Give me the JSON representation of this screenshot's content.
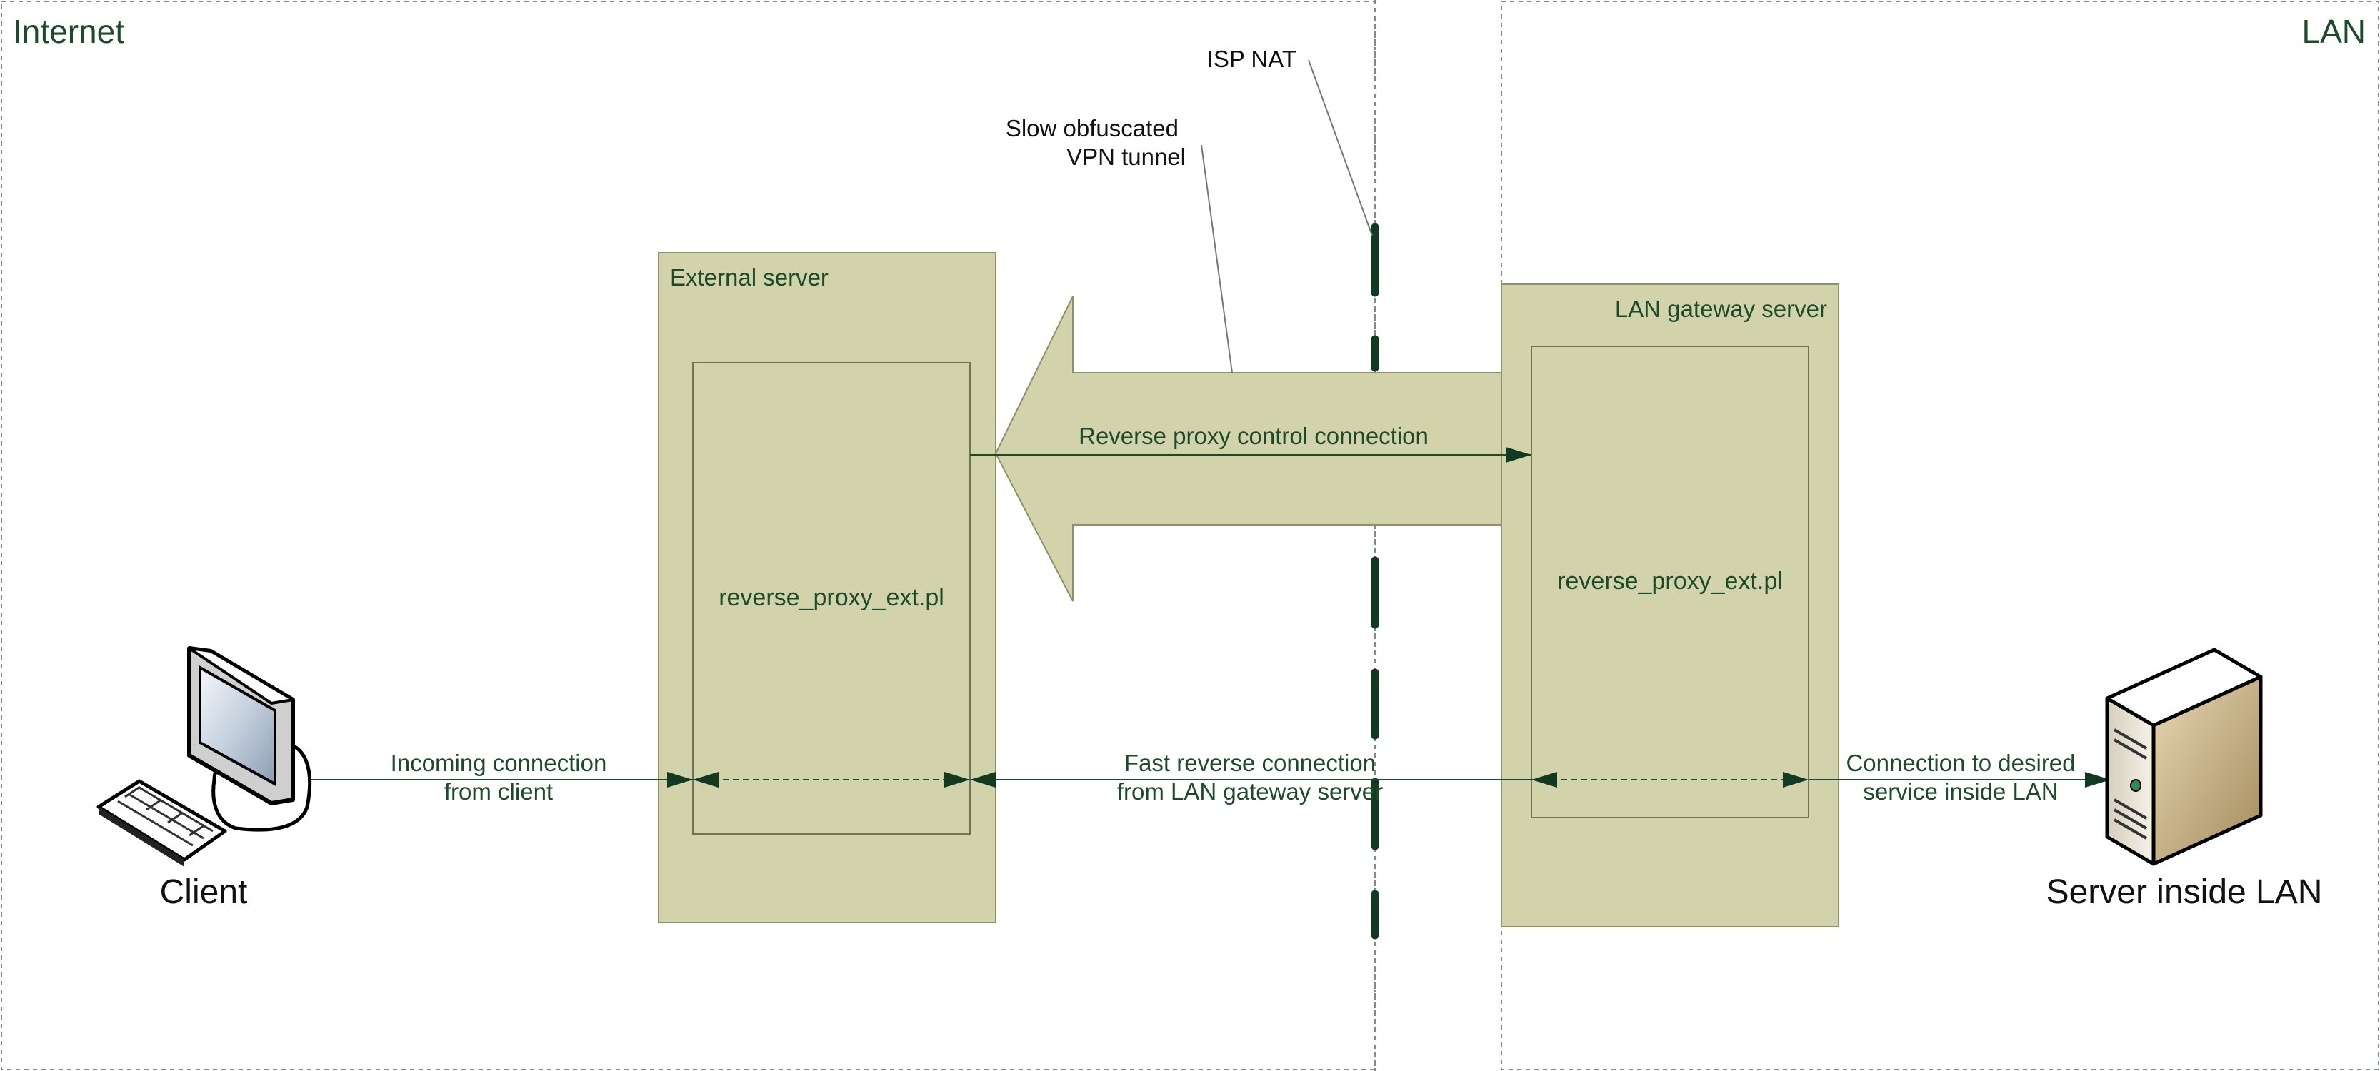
{
  "zones": {
    "internet": "Internet",
    "lan": "LAN"
  },
  "external_server": {
    "title": "External server",
    "process": "reverse_proxy_ext.pl"
  },
  "lan_gateway_server": {
    "title": "LAN gateway server",
    "process": "reverse_proxy_ext.pl"
  },
  "tunnel": {
    "connection": "Reverse proxy control connection"
  },
  "callouts": {
    "isp_nat": "ISP NAT",
    "vpn_line1": "Slow obfuscated",
    "vpn_line2": "VPN tunnel"
  },
  "connections": {
    "client_line1": "Incoming connection",
    "client_line2": "from client",
    "reverse_line1": "Fast reverse connection",
    "reverse_line2": "from LAN gateway server",
    "service_line1": "Connection to desired",
    "service_line2": "service inside LAN"
  },
  "devices": {
    "client": "Client",
    "server": "Server inside LAN"
  },
  "colors": {
    "box_fill": "#d2d3ab",
    "box_stroke": "#8e9168",
    "line": "#1d4a2a",
    "nat_dash": "#123a22",
    "zone_border": "#7d8c84"
  }
}
